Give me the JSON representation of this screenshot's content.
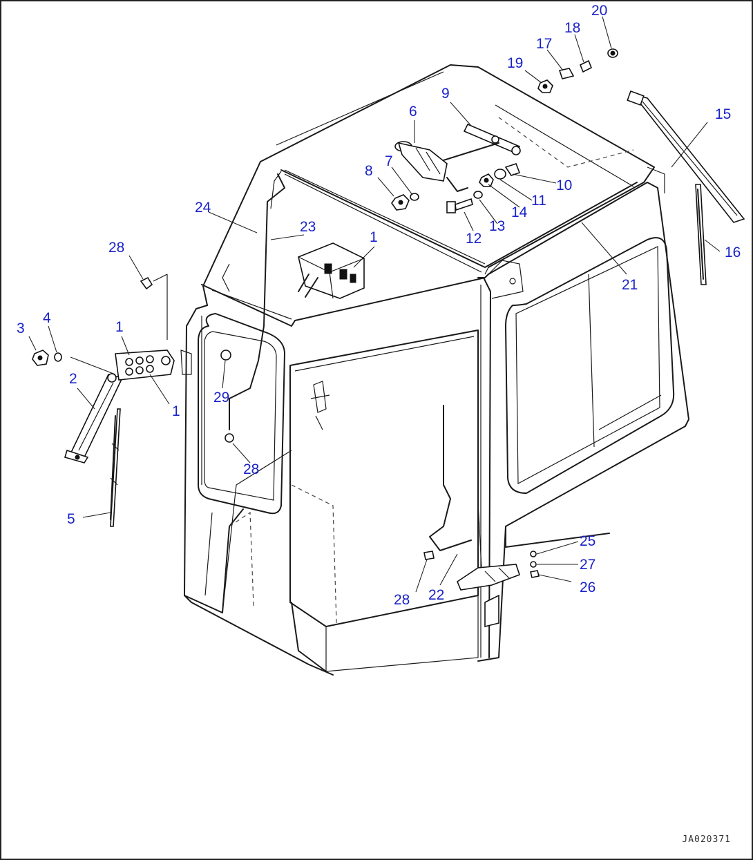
{
  "drawing_id": "JA020371",
  "callouts": {
    "c1a": "1",
    "c1b": "1",
    "c1c": "1",
    "c2": "2",
    "c3": "3",
    "c4": "4",
    "c5": "5",
    "c6": "6",
    "c7": "7",
    "c8": "8",
    "c9": "9",
    "c10": "10",
    "c11": "11",
    "c12": "12",
    "c13": "13",
    "c14": "14",
    "c15": "15",
    "c16": "16",
    "c17": "17",
    "c18": "18",
    "c19": "19",
    "c20": "20",
    "c21": "21",
    "c22": "22",
    "c23": "23",
    "c24": "24",
    "c25": "25",
    "c26": "26",
    "c27": "27",
    "c28a": "28",
    "c28b": "28",
    "c28c": "28",
    "c29": "29"
  },
  "colors": {
    "callout": "#1a22c8",
    "line": "#1a1a1a",
    "background": "#ffffff"
  }
}
